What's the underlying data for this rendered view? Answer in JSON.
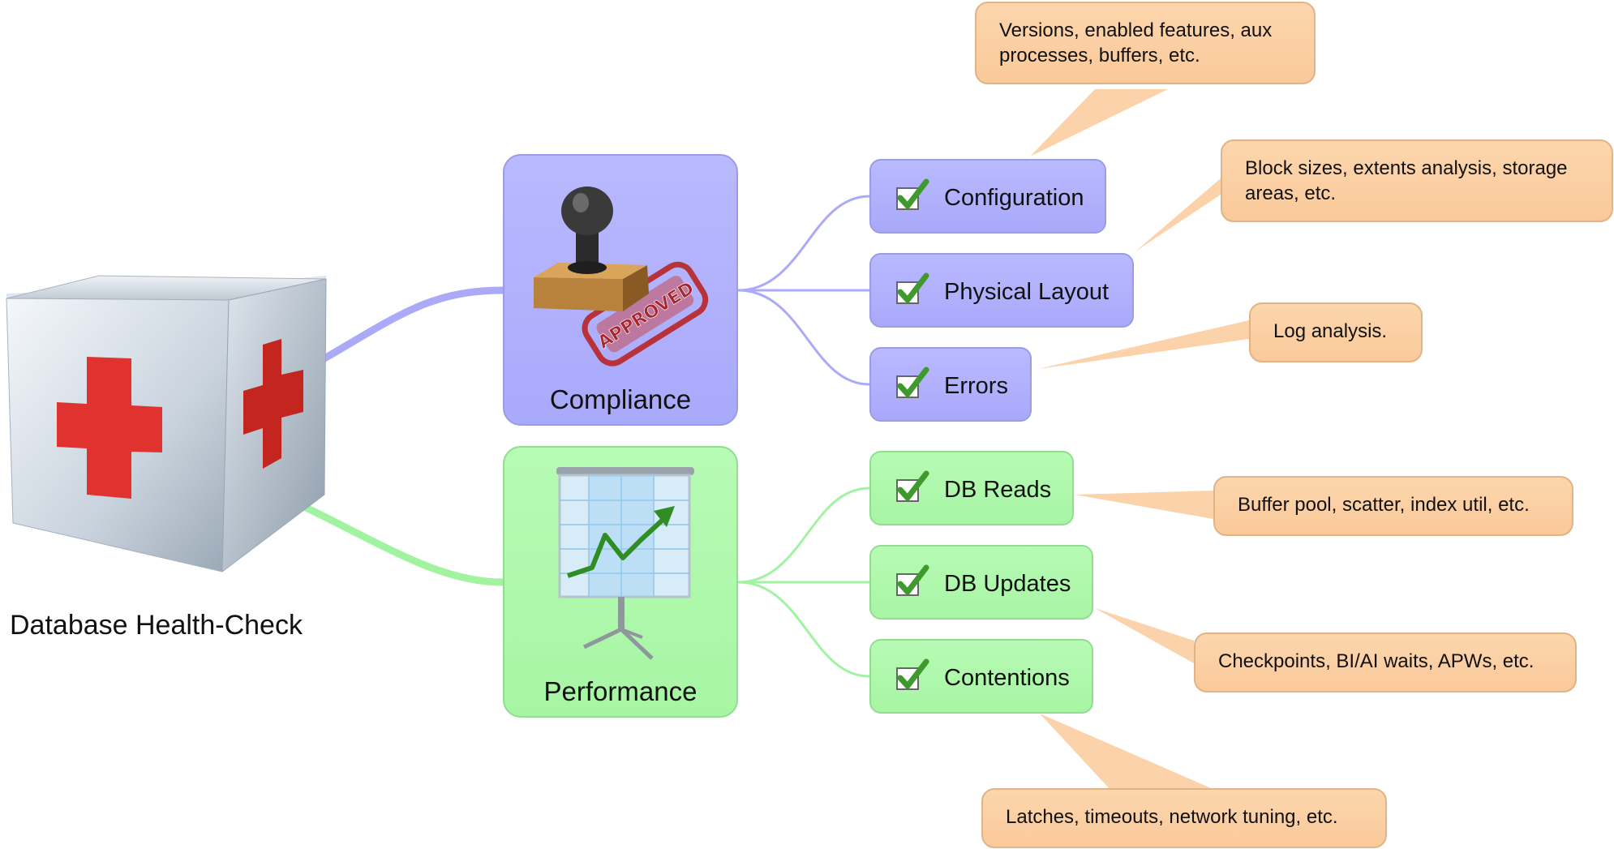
{
  "diagram": {
    "root": {
      "title": "Database Health-Check",
      "icon": "first-aid-box-icon"
    },
    "categories": [
      {
        "label": "Compliance",
        "icon": "approved-stamp-icon",
        "color": "#aeaefc",
        "items": [
          {
            "label": "Configuration",
            "note": "Versions, enabled features, aux processes, buffers, etc."
          },
          {
            "label": "Physical Layout",
            "note": "Block sizes, extents analysis, storage areas, etc."
          },
          {
            "label": "Errors",
            "note": "Log analysis."
          }
        ]
      },
      {
        "label": "Performance",
        "icon": "presentation-chart-icon",
        "color": "#abf8a8",
        "items": [
          {
            "label": "DB Reads",
            "note": "Buffer pool, scatter, index util, etc."
          },
          {
            "label": "DB Updates",
            "note": "Checkpoints, BI/AI waits, APWs, etc."
          },
          {
            "label": "Contentions",
            "note": "Latches, timeouts, network tuning, etc."
          }
        ]
      }
    ],
    "callout_color": "#fbcfa3",
    "check_color": "#3f9a2e"
  }
}
